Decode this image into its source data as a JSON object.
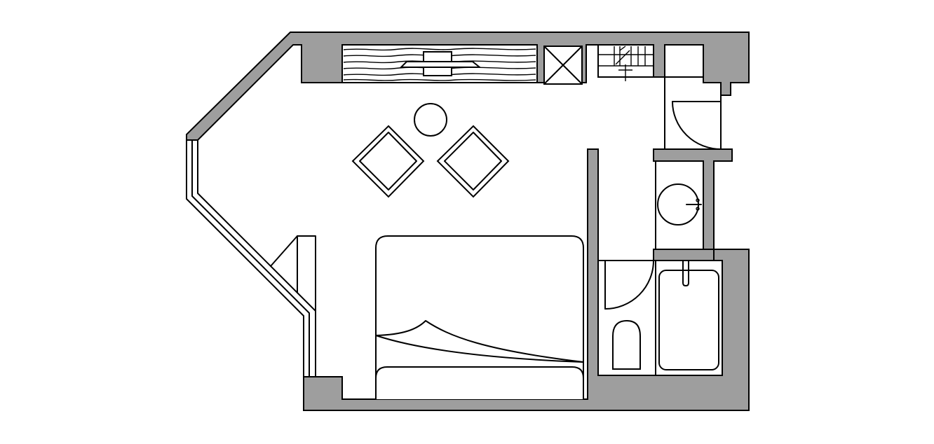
{
  "diagram": {
    "type": "floor-plan",
    "colors": {
      "wall": "#9e9e9e",
      "line": "#000000",
      "background": "#ffffff"
    },
    "elements": [
      "exterior-walls",
      "window-band",
      "wardrobe",
      "tv-console",
      "side-table",
      "armchair-left",
      "armchair-right",
      "bed",
      "partition-wall",
      "shoe-rack",
      "entry-door",
      "vanity-sink",
      "bathroom-door",
      "toilet",
      "bathtub"
    ]
  }
}
